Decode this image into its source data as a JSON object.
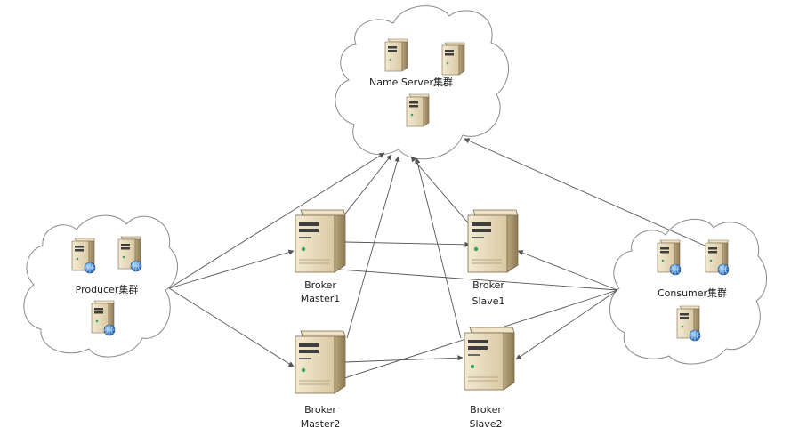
{
  "clusters": {
    "name_server": "Name Server集群",
    "producer": "Producer集群",
    "consumer": "Consumer集群"
  },
  "brokers": {
    "master1": {
      "line1": "Broker",
      "line2": "Master1"
    },
    "slave1": {
      "line1": "Broker",
      "line2": "Slave1"
    },
    "master2": {
      "line1": "Broker",
      "line2": "Master2"
    },
    "slave2": {
      "line1": "Broker",
      "line2": "Slave2"
    }
  },
  "colors": {
    "cloud_stroke": "#8a8a8a",
    "server_body": "#e9dcc0",
    "server_dark": "#4a4a4a",
    "globe": "#2f7fc8",
    "arrow": "#555555"
  }
}
